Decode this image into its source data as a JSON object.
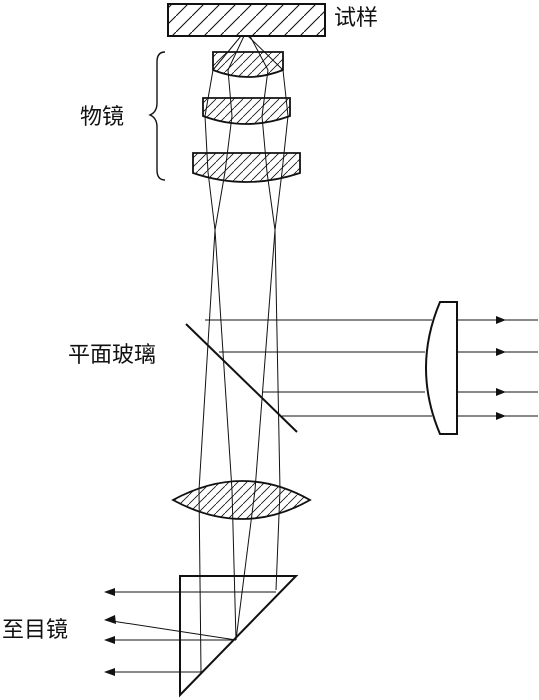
{
  "labels": {
    "sample": "试样",
    "objective": "物镜",
    "glass": "平面玻璃",
    "eyepiece": "至目镜"
  },
  "colors": {
    "ink": "#111111",
    "background": "#ffffff"
  }
}
